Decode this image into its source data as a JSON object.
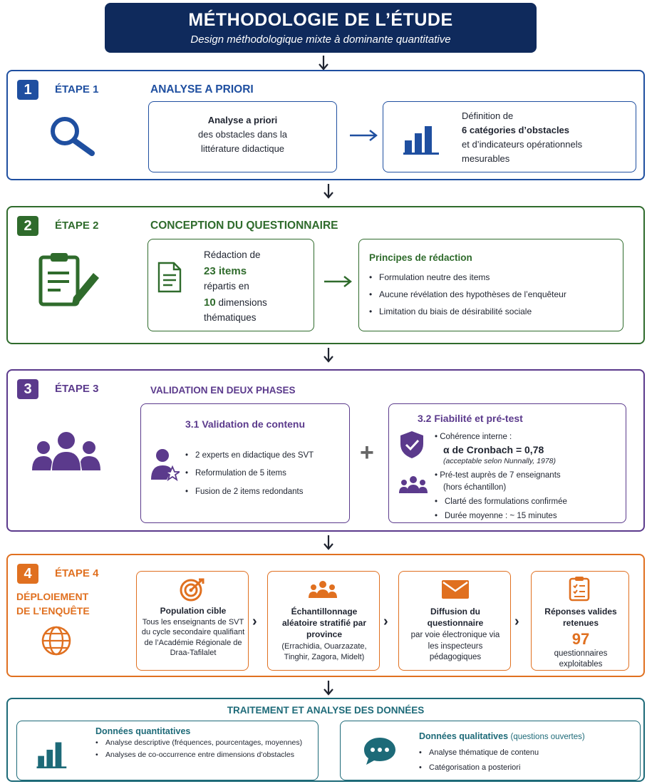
{
  "header": {
    "title": "MÉTHODOLOGIE DE L’ÉTUDE",
    "subtitle": "Design méthodologique mixte à dominante quantitative"
  },
  "colors": {
    "navy": "#0f2a5c",
    "blue": "#1f4fa0",
    "green": "#2f6b2c",
    "purple": "#5b3a8c",
    "orange": "#e07020",
    "teal": "#1d6a78"
  },
  "step1": {
    "number": "1",
    "label": "ÉTAPE 1",
    "title": "ANALYSE A PRIORI",
    "icon": "magnifier-icon",
    "box1": {
      "line1": "Analyse a priori",
      "line2": "des obstacles dans la",
      "line3": "littérature didactique"
    },
    "box2": {
      "icon": "bar-chart-icon",
      "line1": "Définition de",
      "line2": "6 catégories d’obstacles",
      "line3": "et d’indicateurs opérationnels",
      "line4": "mesurables"
    }
  },
  "step2": {
    "number": "2",
    "label": "ÉTAPE 2",
    "title": "CONCEPTION DU QUESTIONNAIRE",
    "icon": "clipboard-pen-icon",
    "box1": {
      "icon": "document-icon",
      "line1": "Rédaction de",
      "line2": "23 items",
      "line3": "répartis en",
      "line4_num": "10",
      "line4_rest": " dimensions",
      "line5": "thématiques"
    },
    "box2": {
      "title": "Principes de rédaction",
      "items": [
        "Formulation neutre des items",
        "Aucune révélation des hypothèses de l’enquêteur",
        "Limitation du biais de désirabilité sociale"
      ]
    }
  },
  "step3": {
    "number": "3",
    "label": "ÉTAPE 3",
    "title": "VALIDATION EN DEUX PHASES",
    "icon": "group-icon",
    "plus": "+",
    "phase1": {
      "title": "3.1 Validation de contenu",
      "items": [
        "2 experts en didactique des SVT",
        "Reformulation de 5 items",
        "Fusion de 2 items redondants"
      ]
    },
    "phase2": {
      "title": "3.2 Fiabilité et pré-test",
      "coherence": "Cohérence interne :",
      "alpha": "α de Cronbach = 0,78",
      "alpha_note": "(acceptable selon Nunnally, 1978)",
      "pretest": "Pré-test auprès de 7 enseignants",
      "pretest_note": "(hors échantillon)",
      "items": [
        "Clarté des formulations confirmée",
        "Durée moyenne : ~ 15 minutes"
      ]
    }
  },
  "step4": {
    "number": "4",
    "label": "ÉTAPE 4",
    "title_line1": "DÉPLOIEMENT",
    "title_line2": "DE L’ENQUÊTE",
    "icon": "globe-icon",
    "cards": [
      {
        "icon": "target-icon",
        "title": "Population cible",
        "text": "Tous les enseignants de SVT du cycle secondaire qualifiant de l’Académie Régionale de Draa-Tafilalet"
      },
      {
        "icon": "people-icon",
        "title": "Échantillonnage aléatoire stratifié par province",
        "text": "(Errachidia, Ouarzazate, Tinghir, Zagora, Midelt)"
      },
      {
        "icon": "envelope-icon",
        "title": "Diffusion du questionnaire",
        "text": "par voie électronique via les inspecteurs pédagogiques"
      },
      {
        "icon": "checklist-icon",
        "title": "Réponses valides retenues",
        "number": "97",
        "text": "questionnaires exploitables"
      }
    ]
  },
  "analysis": {
    "title": "TRAITEMENT ET ANALYSE DES DONNÉES",
    "quant": {
      "icon": "bar-chart-icon",
      "title": "Données quantitatives",
      "items": [
        "Analyse descriptive (fréquences, pourcentages, moyennes)",
        "Analyses de co-occurrence entre dimensions d’obstacles"
      ]
    },
    "qual": {
      "icon": "chat-bubble-icon",
      "title": "Données qualitatives",
      "title_note": "(questions ouvertes)",
      "items": [
        "Analyse thématique de contenu",
        "Catégorisation a posteriori"
      ]
    }
  }
}
